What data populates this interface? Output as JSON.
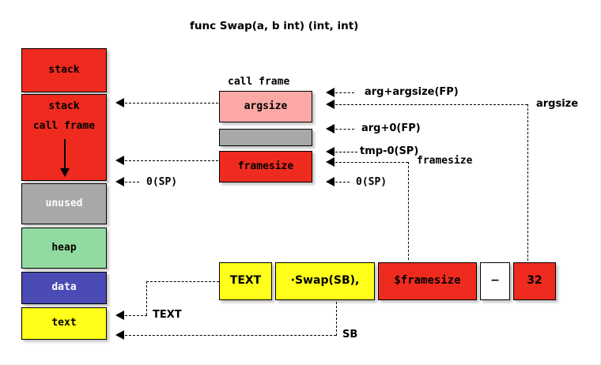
{
  "title": "func Swap(a, b int) (int, int)",
  "memory_column": {
    "name": "memory-layout-column",
    "segments": [
      {
        "label": "stack",
        "color": "#ef2b1f",
        "kind": "red"
      },
      {
        "label": "stack",
        "sublabel": "call frame",
        "color": "#ef2b1f",
        "kind": "red"
      },
      {
        "label": "unused",
        "color": "#a8a8a8",
        "kind": "grayu"
      },
      {
        "label": "heap",
        "color": "#92dba0",
        "kind": "green"
      },
      {
        "label": "data",
        "color": "#4b4bb5",
        "kind": "blue"
      },
      {
        "label": "text",
        "color": "#ffff1a",
        "kind": "yellow"
      }
    ]
  },
  "call_frame": {
    "heading": "call frame",
    "slots": [
      {
        "label": "argsize",
        "color": "#fba8a6",
        "kind": "pink"
      },
      {
        "label": "",
        "color": "#a8a8a8",
        "kind": "gray"
      },
      {
        "label": "framesize",
        "color": "#ef2b1f",
        "kind": "red"
      }
    ]
  },
  "annotations": {
    "arg_plus_argsize_fp": "arg+argsize(FP)",
    "arg_plus_0_fp": "arg+0(FP)",
    "tmp_0_sp": "tmp-0(SP)",
    "framesize_brace": "framesize",
    "zero_sp_right": "0(SP)",
    "zero_sp_left": "0(SP)",
    "argsize_brace": "argsize",
    "text_label": "TEXT",
    "sb_label": "SB"
  },
  "instruction_row": {
    "name": "text-directive-row",
    "cells": [
      {
        "label": "TEXT",
        "color": "#ffff1a",
        "kind": "yellow",
        "font": "sans"
      },
      {
        "label": "·Swap(SB),",
        "color": "#ffff1a",
        "kind": "yellow",
        "font": "sans"
      },
      {
        "label": "$framesize",
        "color": "#ef2b1f",
        "kind": "red",
        "font": "mono"
      },
      {
        "label": "−",
        "color": "#ffffff",
        "kind": "white",
        "font": "sans"
      },
      {
        "label": "32",
        "color": "#ef2b1f",
        "kind": "red",
        "font": "sans"
      }
    ]
  },
  "colors": {
    "red": "#ef2b1f",
    "pink": "#fba8a6",
    "gray": "#a8a8a8",
    "green": "#92dba0",
    "blue": "#4b4bb5",
    "yellow": "#ffff1a",
    "white": "#ffffff",
    "stroke": "#000000"
  }
}
